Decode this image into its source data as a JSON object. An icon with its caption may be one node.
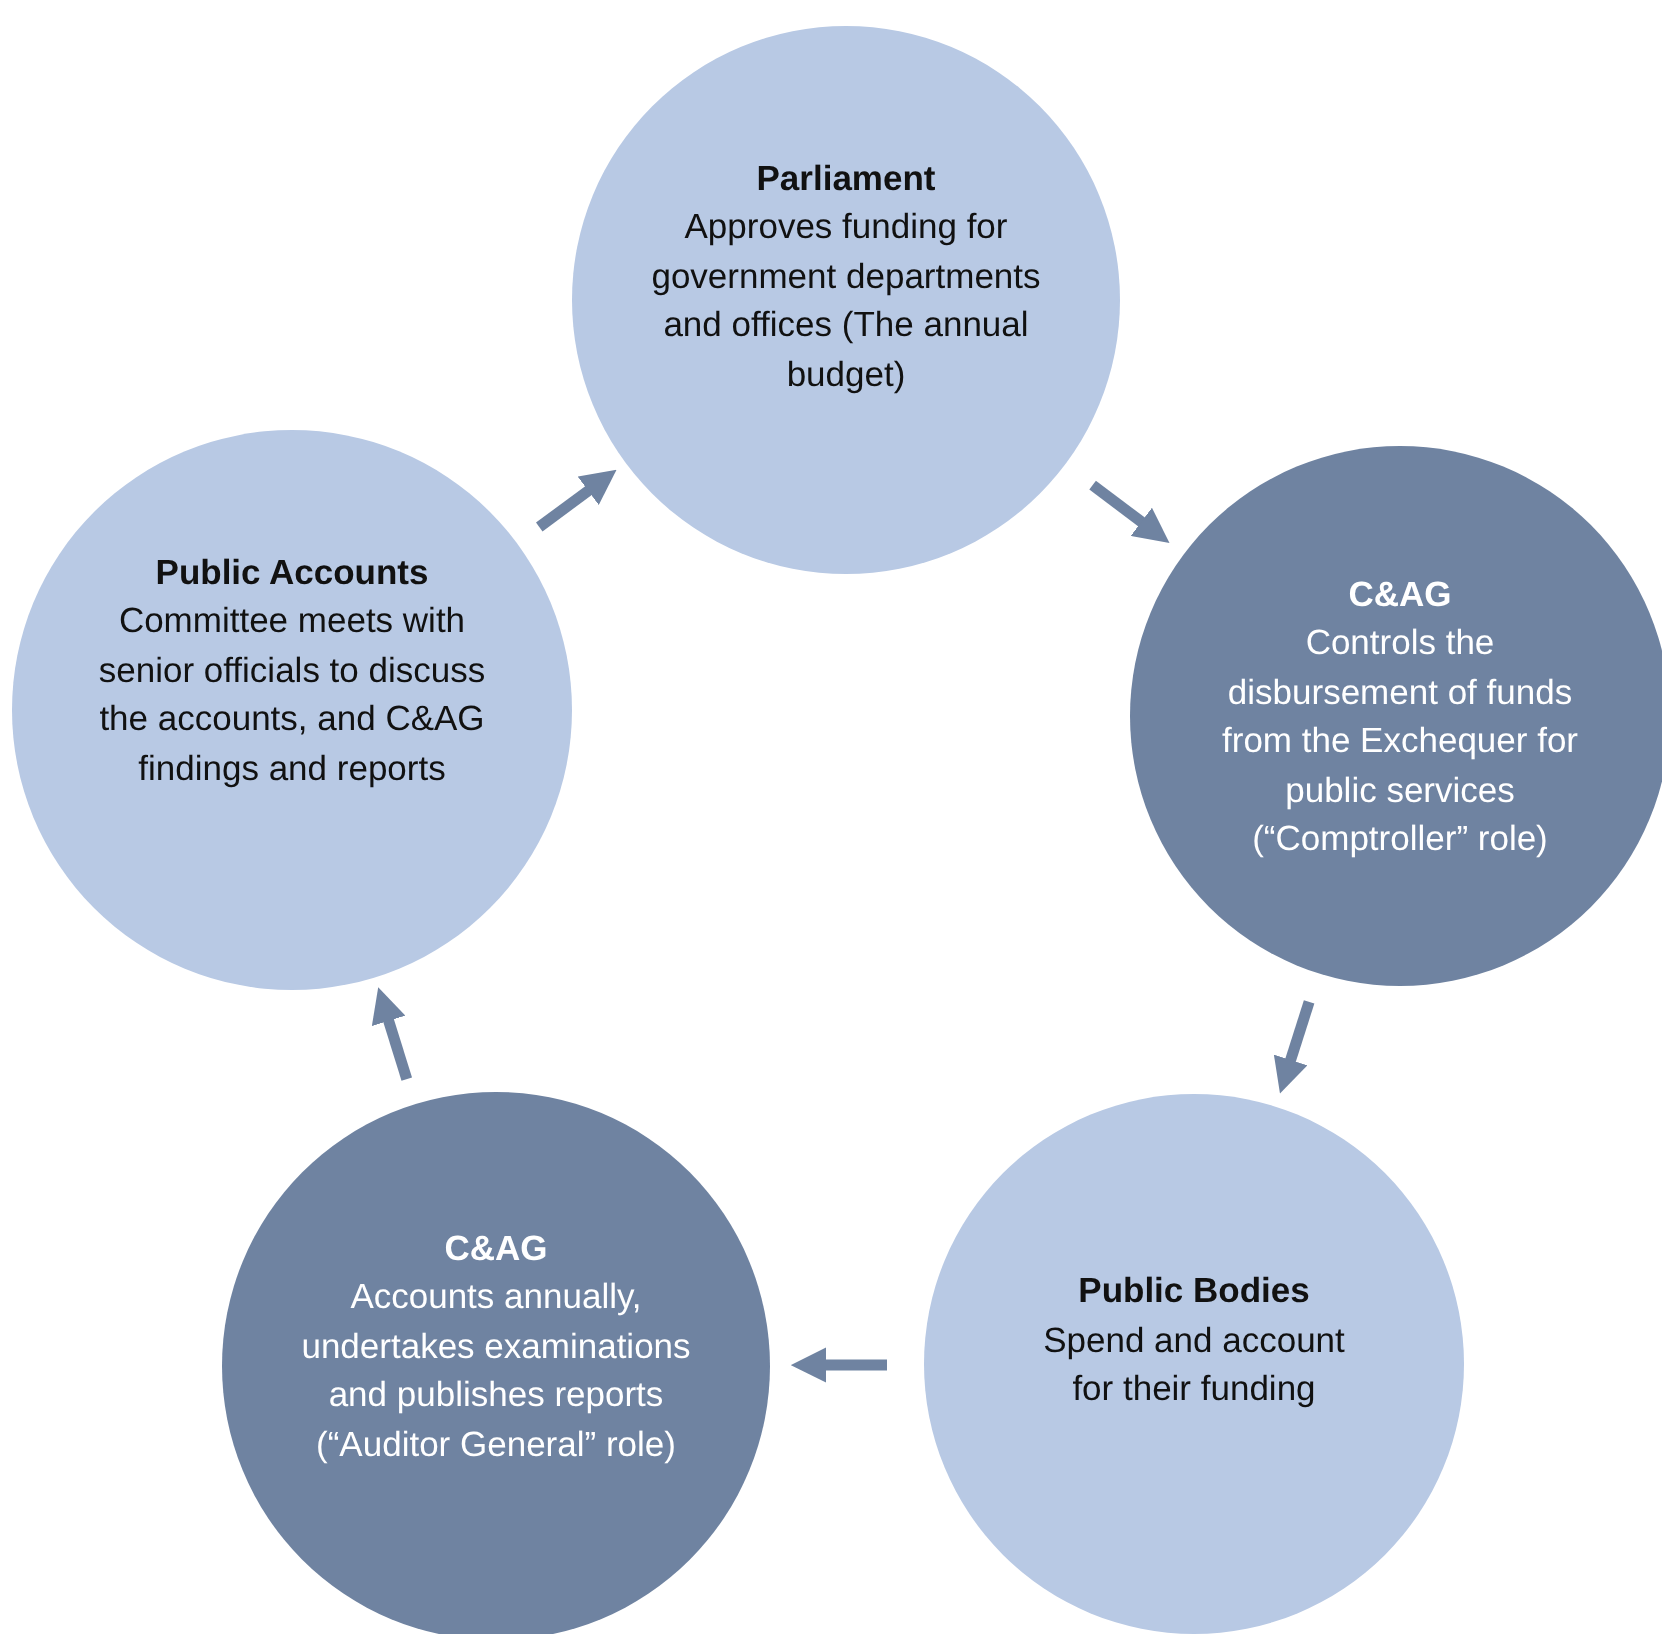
{
  "diagram": {
    "nodes": [
      {
        "text": [
          "Parliament",
          "Approves funding for government departments and offices (The annual budget)"
        ]
      },
      {
        "text": [
          "C&AG",
          "Controls the disbursement of funds from the Exchequer for public services (“Comptroller” role)"
        ]
      },
      {
        "text": [
          "Public Bodies",
          "Spend and account for their funding"
        ]
      },
      {
        "text": [
          "C&AG",
          "Accounts annually, undertakes examinations and publishes reports (“Auditor General” role)"
        ]
      },
      {
        "text": [
          "Public Accounts",
          "Committee meets with senior officials to discuss the accounts, and C&AG findings and reports"
        ]
      }
    ],
    "edges": [
      {
        "from": 0,
        "to": 1,
        "arrow": "to"
      },
      {
        "from": 1,
        "to": 2,
        "arrow": "to"
      },
      {
        "from": 2,
        "to": 3,
        "arrow": "to"
      },
      {
        "from": 3,
        "to": 4,
        "arrow": "to"
      },
      {
        "from": 4,
        "to": 0,
        "arrow": "to"
      }
    ]
  }
}
